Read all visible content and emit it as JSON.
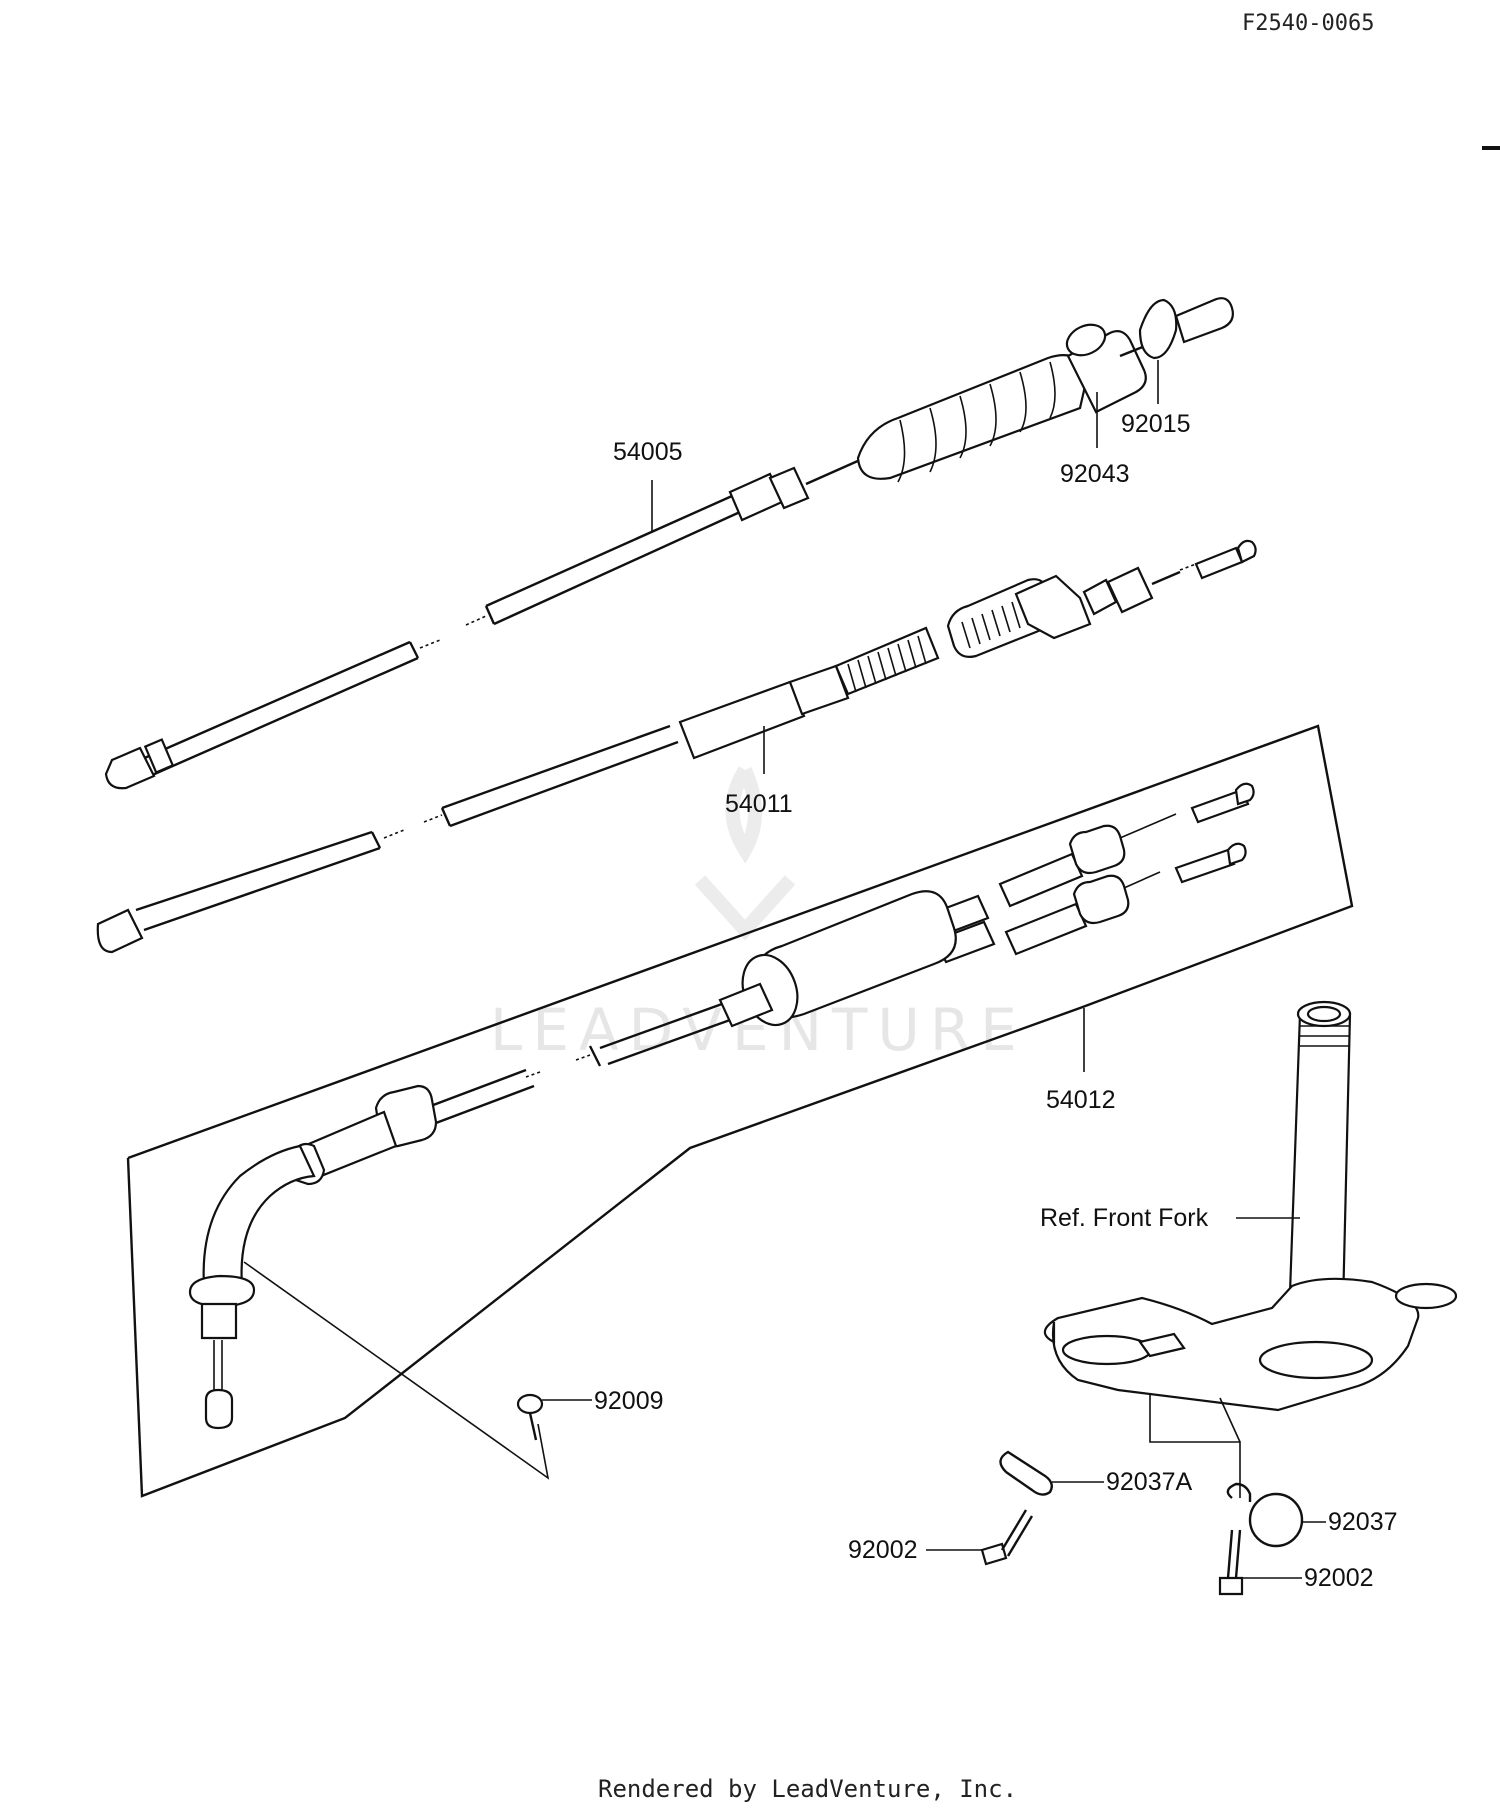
{
  "diagram_code": "F2540-0065",
  "footer": "Rendered by LeadVenture, Inc.",
  "watermark": "LEADVENTURE",
  "labels": {
    "p54005": "54005",
    "p92043": "92043",
    "p92015": "92015",
    "p54011": "54011",
    "p54012": "54012",
    "p92009": "92009",
    "ref_front_fork": "Ref. Front Fork",
    "p92037A": "92037A",
    "p92037": "92037",
    "p92002_left": "92002",
    "p92002_right": "92002"
  },
  "colors": {
    "ink": "#111111",
    "background": "#ffffff",
    "watermark": "#e6e6e6"
  }
}
